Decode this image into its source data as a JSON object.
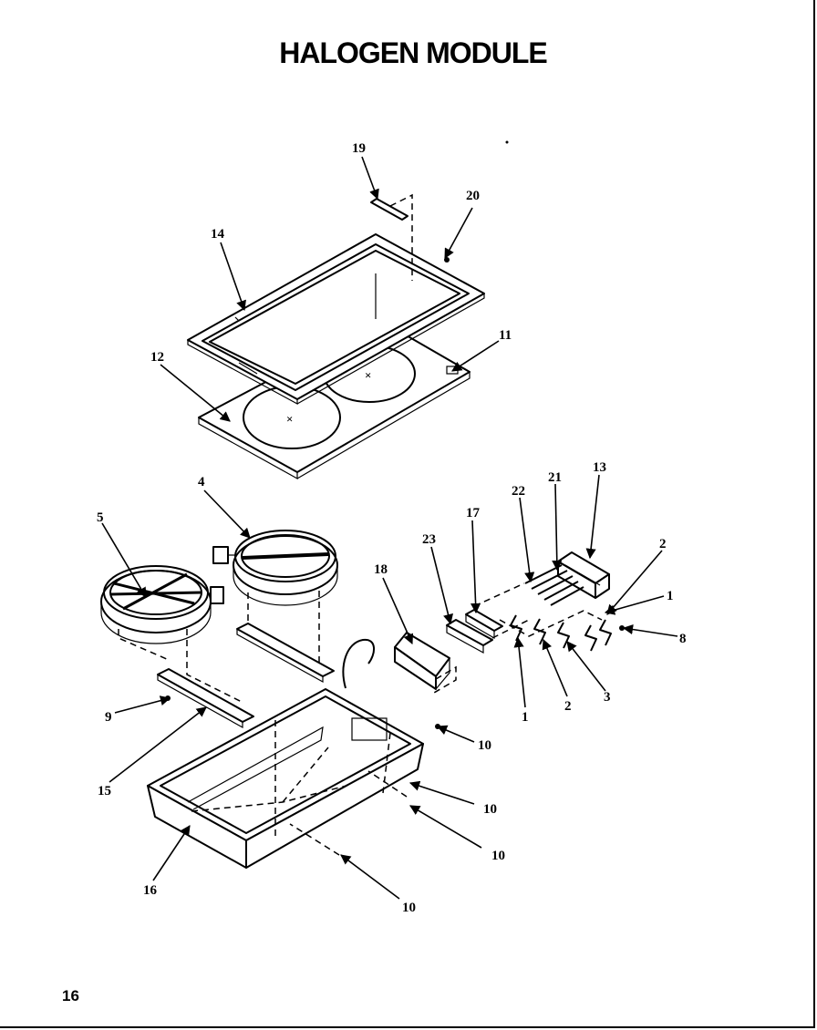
{
  "title": "HALOGEN MODULE",
  "page_number": "16",
  "callouts": [
    "19",
    "20",
    "14",
    "12",
    "11",
    "4",
    "5",
    "13",
    "21",
    "22",
    "17",
    "23",
    "18",
    "2",
    "1",
    "8",
    "1",
    "2",
    "3",
    "9",
    "15",
    "10",
    "10",
    "10",
    "10",
    "16"
  ]
}
